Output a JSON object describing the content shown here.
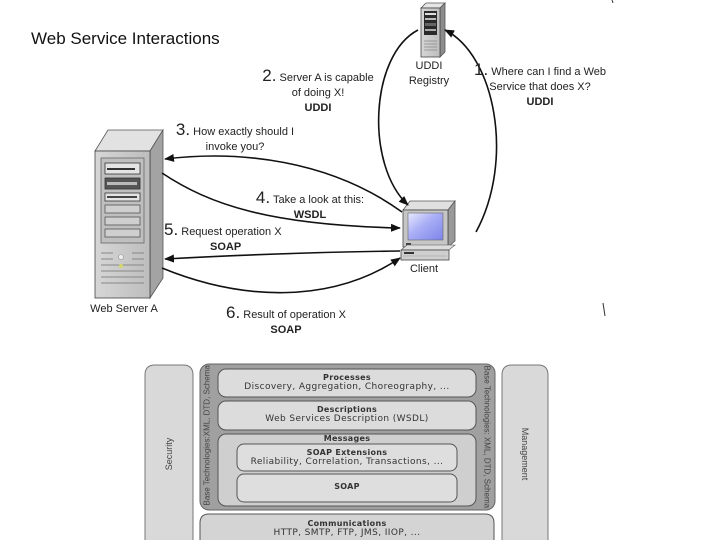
{
  "slide": {
    "title": "Web Service Interactions"
  },
  "interaction_diagram": {
    "nodes": {
      "registry": {
        "label_line1": "UDDI",
        "label_line2": "Registry",
        "icon": "server-tower-icon"
      },
      "server": {
        "label": "Web Server A",
        "icon": "server-tower-icon"
      },
      "client": {
        "label": "Client",
        "icon": "desktop-computer-icon"
      }
    },
    "steps": [
      {
        "num": "1.",
        "line1": "Where can I find a Web",
        "line2": "Service that does X?",
        "protocol": "UDDI",
        "from": "client",
        "to": "registry"
      },
      {
        "num": "2.",
        "line1": "Server A is capable",
        "line2": "of doing X!",
        "protocol": "UDDI",
        "from": "registry",
        "to": "client"
      },
      {
        "num": "3.",
        "line1": "How exactly should I",
        "line2": "invoke you?",
        "protocol": "",
        "from": "client",
        "to": "server"
      },
      {
        "num": "4.",
        "line1": "Take a look at this:",
        "line2": "",
        "protocol": "WSDL",
        "from": "server",
        "to": "client"
      },
      {
        "num": "5.",
        "line1": "Request operation X",
        "line2": "",
        "protocol": "SOAP",
        "from": "client",
        "to": "server"
      },
      {
        "num": "6.",
        "line1": "Result of operation X",
        "line2": "",
        "protocol": "SOAP",
        "from": "server",
        "to": "client"
      }
    ]
  },
  "stack_diagram": {
    "left_pillar": "Security",
    "right_pillar": "Management",
    "base_left": "Base Technologies:XML, DTD, Schema",
    "base_right": "Base Technologies: XML, DTD, Schema",
    "layers": [
      {
        "title": "Processes",
        "subtitle": "Discovery, Aggregation, Choreography, ..."
      },
      {
        "title": "Descriptions",
        "subtitle": "Web Services Description (WSDL)"
      }
    ],
    "messages": {
      "title": "Messages",
      "sublayers": [
        {
          "title": "SOAP Extensions",
          "subtitle": "Reliability, Correlation, Transactions, ..."
        },
        {
          "title": "SOAP",
          "subtitle": ""
        }
      ]
    },
    "communications": {
      "title": "Communications",
      "subtitle": "HTTP, SMTP, FTP, JMS, IIOP, ..."
    }
  },
  "colors": {
    "stack_fill": "#d9d9d9",
    "stack_dark": "#9a9a9a",
    "screen_blue": "#9fa6f0",
    "server_gray": "#c8c8c8"
  }
}
